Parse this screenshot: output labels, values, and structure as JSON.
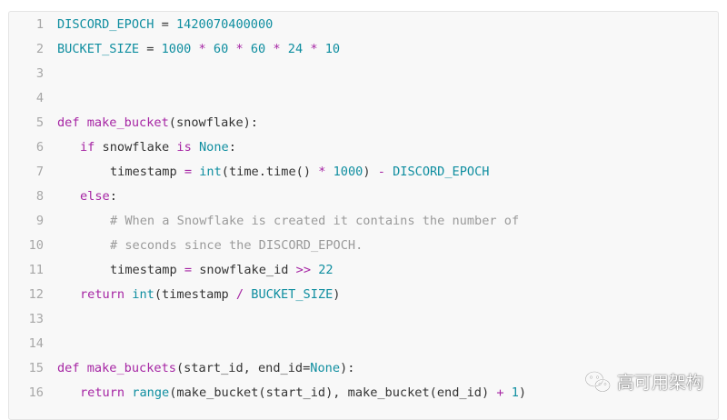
{
  "code_block": {
    "lines": [
      {
        "n": "1",
        "parts": [
          "DISCORD_EPOCH",
          " = ",
          "1420070400000"
        ]
      },
      {
        "n": "2",
        "parts": [
          "BUCKET_SIZE",
          " = ",
          "1000",
          " * ",
          "60",
          " * ",
          "60",
          " * ",
          "24",
          " * ",
          "10"
        ]
      },
      {
        "n": "3",
        "parts": []
      },
      {
        "n": "4",
        "parts": []
      },
      {
        "n": "5",
        "parts": [
          "def",
          " ",
          "make_bucket",
          "(snowflake):"
        ]
      },
      {
        "n": "6",
        "parts": [
          "if",
          " snowflake ",
          "is",
          " ",
          "None",
          ":"
        ]
      },
      {
        "n": "7",
        "parts": [
          "timestamp",
          " = ",
          "int",
          "(time.time() ",
          "*",
          " ",
          "1000",
          ") ",
          "-",
          " ",
          "DISCORD_EPOCH"
        ]
      },
      {
        "n": "8",
        "parts": [
          "else",
          ":"
        ]
      },
      {
        "n": "9",
        "parts": [
          "# When a Snowflake is created it contains the number of"
        ]
      },
      {
        "n": "10",
        "parts": [
          "# seconds since the DISCORD_EPOCH."
        ]
      },
      {
        "n": "11",
        "parts": [
          "timestamp",
          " = ",
          "snowflake_id ",
          ">>",
          " ",
          "22"
        ]
      },
      {
        "n": "12",
        "parts": [
          "return",
          " ",
          "int",
          "(timestamp ",
          "/",
          " ",
          "BUCKET_SIZE",
          ")"
        ]
      },
      {
        "n": "13",
        "parts": []
      },
      {
        "n": "14",
        "parts": []
      },
      {
        "n": "15",
        "parts": [
          "def",
          " ",
          "make_buckets",
          "(start_id, end_id=",
          "None",
          "):"
        ]
      },
      {
        "n": "16",
        "parts": [
          "return",
          " ",
          "range",
          "(make_bucket(start_id), make_bucket(end_id) ",
          "+",
          " ",
          "1",
          ")"
        ]
      }
    ]
  },
  "watermark": {
    "text": "高可用架构",
    "icon": "wechat-icon"
  },
  "colors": {
    "keyword": "#a626a4",
    "function": "#4078f2",
    "constant": "#0f8ea0",
    "comment": "#9a9a9a",
    "text": "#333333",
    "line_number": "#a7a7a7",
    "panel_bg": "#f8f8f8"
  }
}
